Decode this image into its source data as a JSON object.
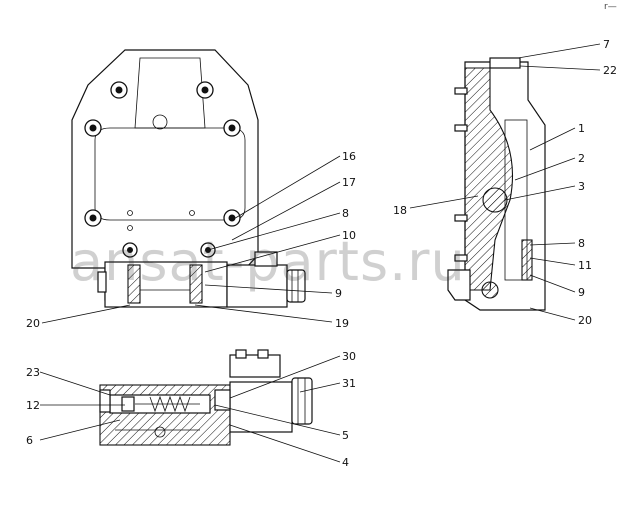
{
  "watermark": "ansat-parts.ru",
  "corner_mark": "r—",
  "callouts": {
    "c1": "1",
    "c2": "2",
    "c3": "3",
    "c4": "4",
    "c5": "5",
    "c6": "6",
    "c7": "7",
    "c8a": "8",
    "c8b": "8",
    "c9a": "9",
    "c9b": "9",
    "c10": "10",
    "c11": "11",
    "c12": "12",
    "c16": "16",
    "c17": "17",
    "c18": "18",
    "c19": "19",
    "c20a": "20",
    "c20b": "20",
    "c22": "22",
    "c23": "23",
    "c30": "30",
    "c31": "31"
  }
}
